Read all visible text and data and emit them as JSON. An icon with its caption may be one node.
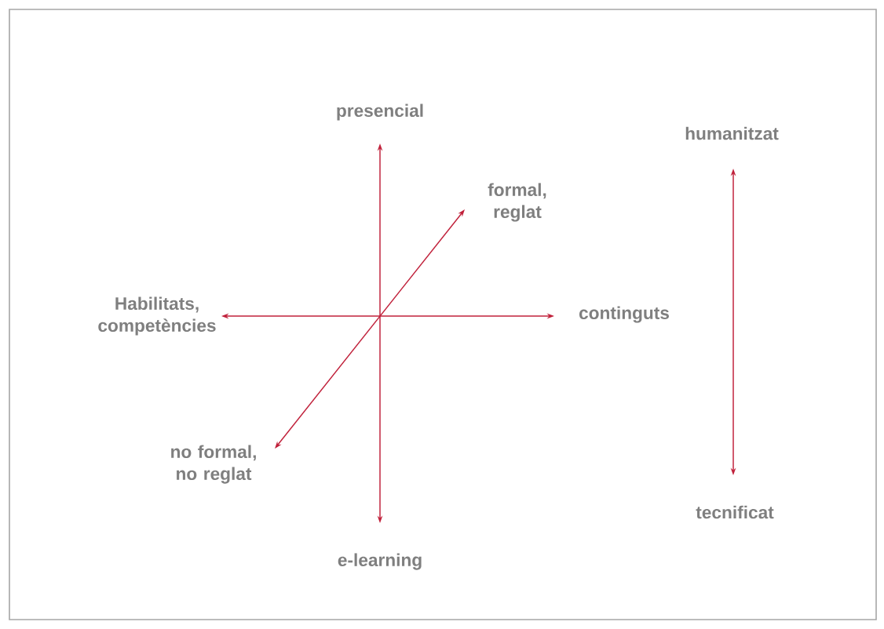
{
  "diagram": {
    "nodes": [
      {
        "text": [
          "presencial"
        ]
      },
      {
        "text": [
          "humanitzat"
        ]
      },
      {
        "text": [
          "formal, reglat"
        ]
      },
      {
        "text": [
          "Habilitats, competències"
        ]
      },
      {
        "text": [
          "continguts"
        ]
      },
      {
        "text": [
          "no formal, no reglat"
        ]
      },
      {
        "text": [
          "tecnificat"
        ]
      },
      {
        "text": [
          "e-learning"
        ]
      }
    ],
    "edges": [
      {
        "from": 0,
        "to": 7,
        "arrow": "both"
      },
      {
        "from": 3,
        "to": 4,
        "arrow": "both"
      },
      {
        "from": 2,
        "to": 5,
        "arrow": "both"
      },
      {
        "from": 1,
        "to": 6,
        "arrow": "both"
      }
    ]
  }
}
